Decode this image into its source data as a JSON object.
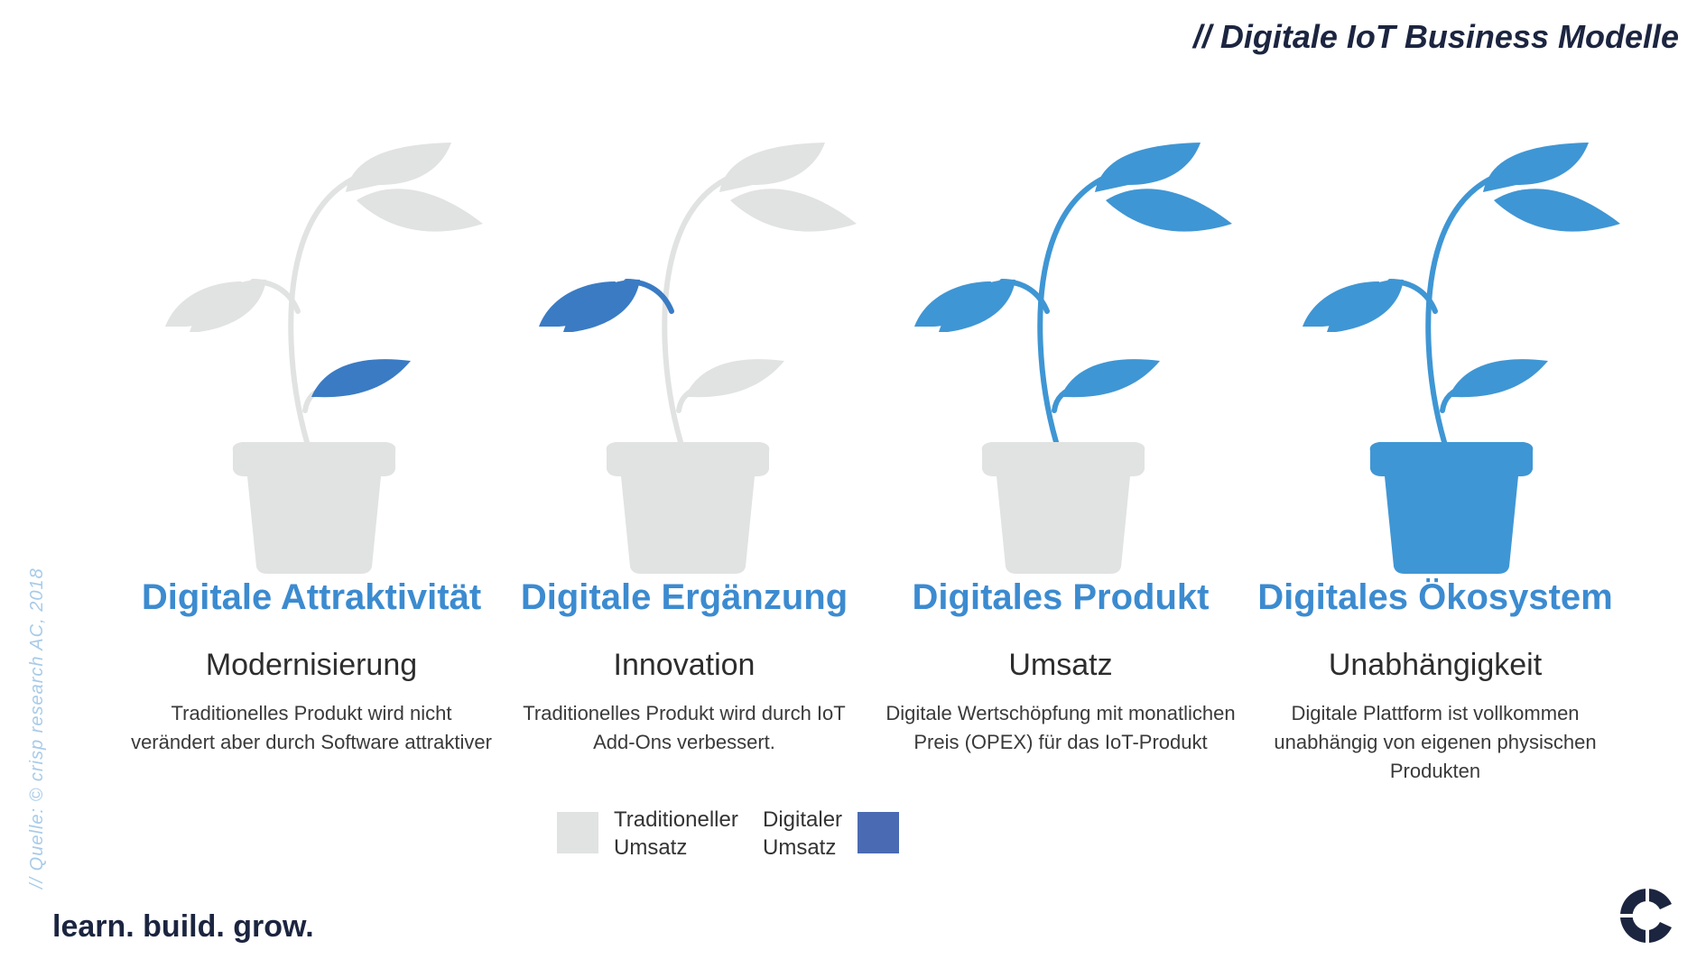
{
  "header": {
    "title": "// Digitale IoT Business Modelle"
  },
  "colors": {
    "traditional": "#e1e2e2",
    "digital_dark": "#3a7bc4",
    "digital_light": "#3f96d4",
    "legend_digital": "#4a6ab3",
    "heading": "#3c8bd0",
    "navy": "#1c2540"
  },
  "models": [
    {
      "heading": "Digitale Attraktivität",
      "subheading": "Modernisierung",
      "description": "Traditionelles Produkt wird nicht verändert aber durch Software attraktiver",
      "icon": "plant-pot-icon"
    },
    {
      "heading": "Digitale Ergänzung",
      "subheading": "Innovation",
      "description": "Traditionelles Produkt wird durch IoT Add-Ons verbessert.",
      "icon": "plant-pot-icon"
    },
    {
      "heading": "Digitales Produkt",
      "subheading": "Umsatz",
      "description": "Digitale Wertschöpfung mit monatlichen Preis (OPEX) für das IoT-Produkt",
      "icon": "plant-pot-icon"
    },
    {
      "heading": "Digitales Ökosystem",
      "subheading": "Unabhängigkeit",
      "description": "Digitale Plattform ist vollkommen unabhängig von eigenen physischen Produkten",
      "icon": "plant-pot-icon"
    }
  ],
  "legend": {
    "traditional_line1": "Traditioneller",
    "traditional_line2": "Umsatz",
    "digital_line1": "Digitaler",
    "digital_line2": "Umsatz"
  },
  "footer": {
    "source": "// Quelle: © crisp research AC, 2018",
    "slogan": "learn. build. grow.",
    "logo_icon": "crisp-c-logo-icon"
  }
}
